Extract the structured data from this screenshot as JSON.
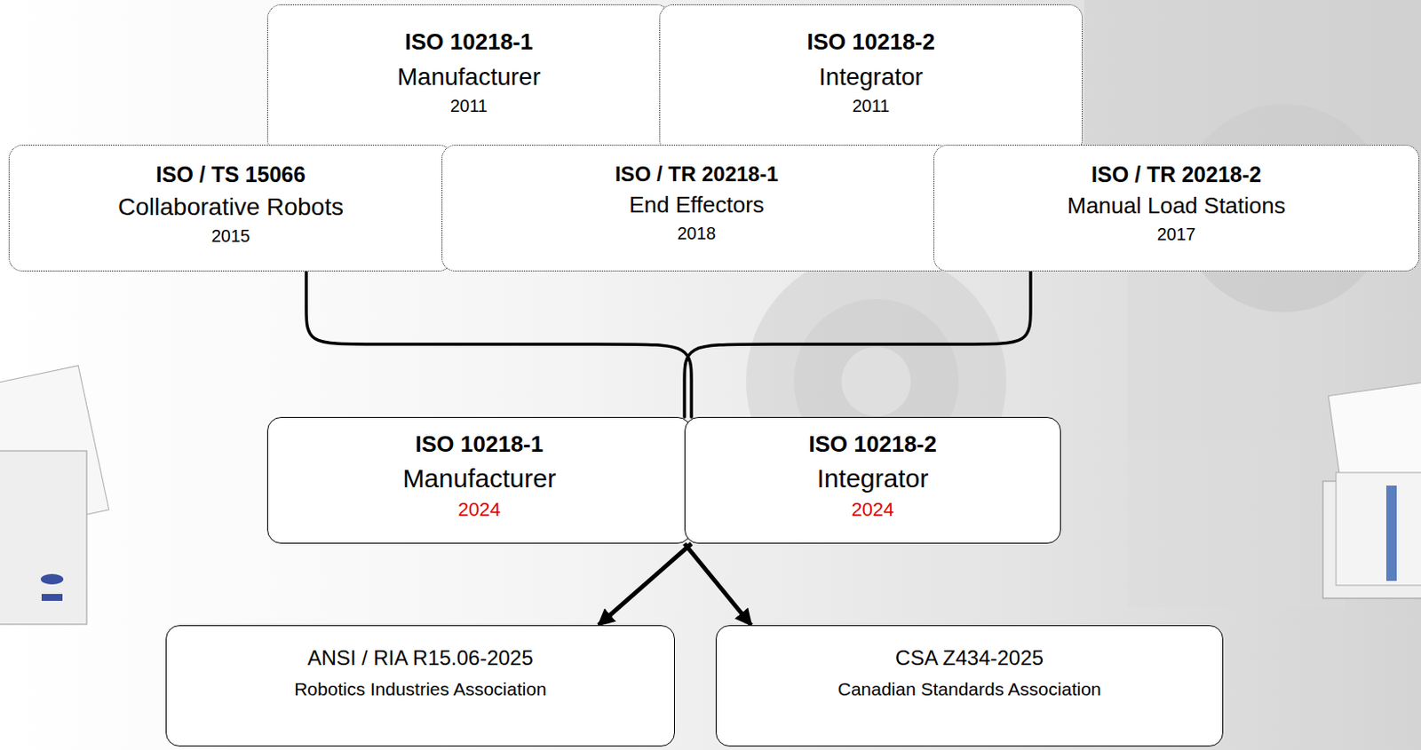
{
  "diagram": {
    "nodes": [
      {
        "text": [
          "ISO 10218-1",
          "Manufacturer",
          "2011"
        ]
      },
      {
        "text": [
          "ISO 10218-2",
          "Integrator",
          "2011"
        ]
      },
      {
        "text": [
          "ISO / TS 15066",
          "Collaborative Robots",
          "2015"
        ]
      },
      {
        "text": [
          "ISO / TR 20218-1",
          "End Effectors",
          "2018"
        ]
      },
      {
        "text": [
          "ISO / TR 20218-2",
          "Manual Load Stations",
          "2017"
        ]
      },
      {
        "text": [
          "ISO 10218-1",
          "Manufacturer",
          "2024"
        ]
      },
      {
        "text": [
          "ISO 10218-2",
          "Integrator",
          "2024"
        ]
      },
      {
        "text": [
          "ANSI / RIA R15.06-2025",
          "Robotics Industries Association"
        ]
      },
      {
        "text": [
          "CSA Z434-2025",
          "Canadian Standards Association"
        ]
      }
    ],
    "edges": [
      {
        "from": 2,
        "to": 5,
        "arrow": "none"
      },
      {
        "from": 4,
        "to": 6,
        "arrow": "none"
      },
      {
        "from": 5,
        "to": 7,
        "arrow": "to"
      },
      {
        "from": 6,
        "to": 8,
        "arrow": "to"
      }
    ]
  }
}
